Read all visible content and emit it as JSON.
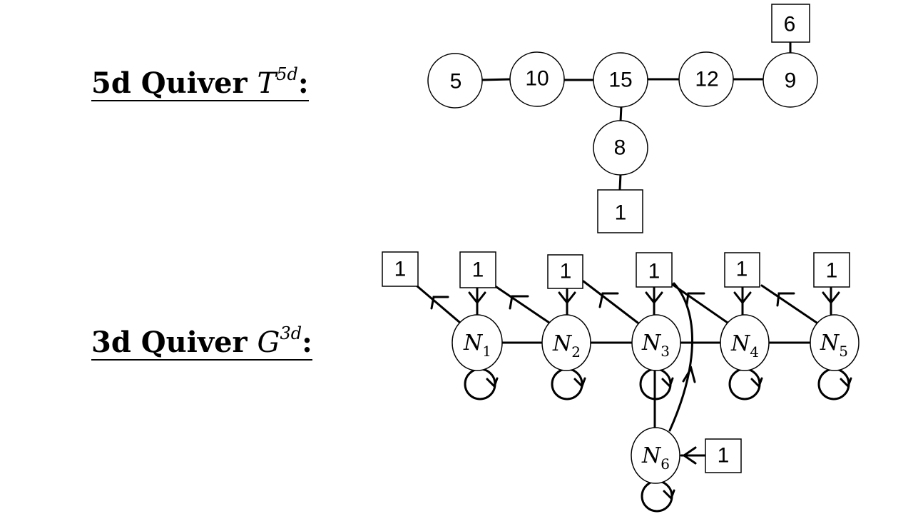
{
  "heading_5d": {
    "prefix": "5d Quiver ",
    "symbol": "T",
    "superscript": "5d",
    "suffix": ":"
  },
  "heading_3d": {
    "prefix": "3d Quiver ",
    "symbol": "G",
    "superscript": "3d",
    "suffix": ":"
  },
  "quiver_5d": {
    "gauge_nodes": [
      "5",
      "10",
      "15",
      "12",
      "9",
      "8"
    ],
    "flavor_nodes": [
      "6",
      "1"
    ]
  },
  "quiver_3d": {
    "gauge_nodes": [
      {
        "symbol": "N",
        "index": "1"
      },
      {
        "symbol": "N",
        "index": "2"
      },
      {
        "symbol": "N",
        "index": "3"
      },
      {
        "symbol": "N",
        "index": "4"
      },
      {
        "symbol": "N",
        "index": "5"
      },
      {
        "symbol": "N",
        "index": "6"
      }
    ],
    "flavor_nodes": [
      "1",
      "1",
      "1",
      "1",
      "1",
      "1",
      "1"
    ]
  }
}
